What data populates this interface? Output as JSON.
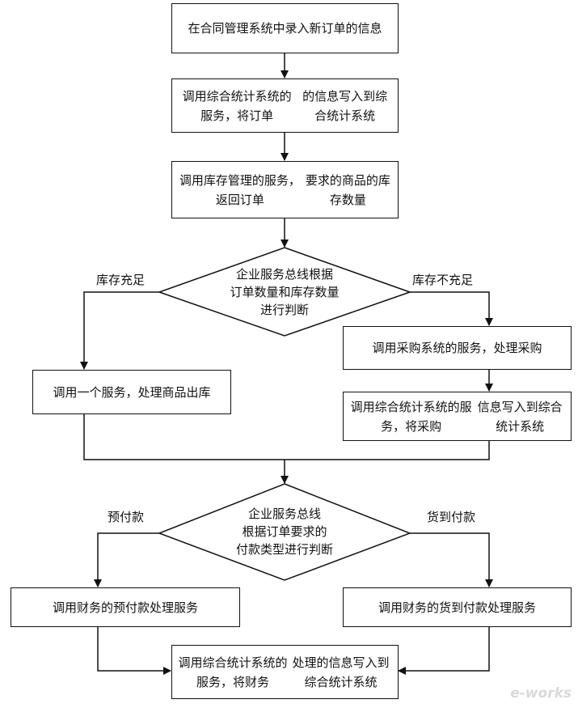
{
  "steps": {
    "s1": [
      "在合同管理系统中",
      "录入新订单的信息"
    ],
    "s2": [
      "调用综合统计系统的服务，将订单",
      "的信息写入到综合统计系统"
    ],
    "s3": [
      "调用库存管理的服务，返回订单",
      "要求的商品的库存数量"
    ],
    "left1": [
      "调用一个服务，处理商品出库"
    ],
    "right1": [
      "调用采购系统的服务，处理采购"
    ],
    "right2": [
      "调用综合统计系统的服务，将采购",
      "信息写入到综合统计系统"
    ],
    "pay_left": [
      "调用财务的预付款处理服务"
    ],
    "pay_right": [
      "调用财务的货到付款处理服务"
    ],
    "final": [
      "调用综合统计系统的服务，将财务",
      "处理的信息写入到综合统计系统"
    ]
  },
  "decisions": {
    "d1": [
      "企业服务总线根据",
      "订单数量和库存数量",
      "进行判断"
    ],
    "d2": [
      "企业服务总线",
      "根据订单要求的",
      "付款类型进行判断"
    ]
  },
  "labels": {
    "stock_enough": "库存充足",
    "stock_short": "库存不充足",
    "prepay": "预付款",
    "cod": "货到付款"
  },
  "watermark": "e-works",
  "colors": {
    "line": "#111111",
    "watermark": "#d9d9d9"
  }
}
